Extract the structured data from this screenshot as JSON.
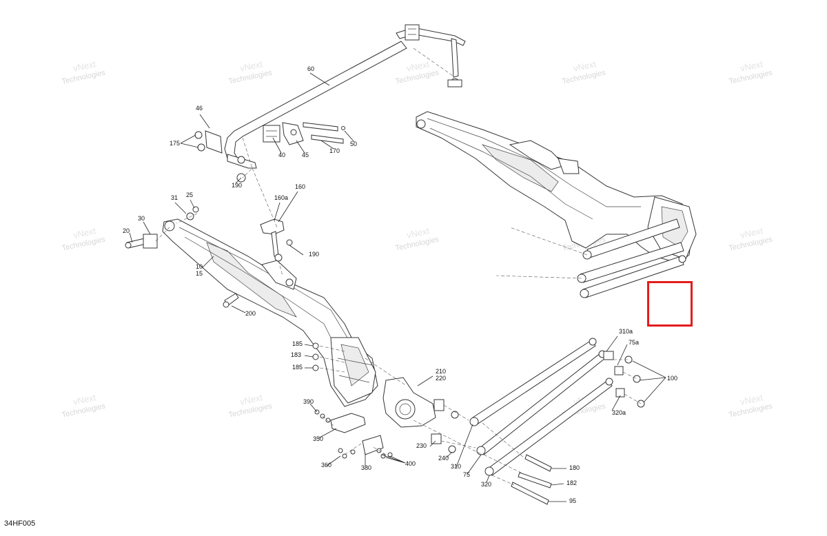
{
  "diagram": {
    "reference_code": "34HF005",
    "watermark": [
      "vNext",
      "Technologies"
    ],
    "callouts": [
      "60",
      "46",
      "175",
      "40",
      "45",
      "170",
      "50",
      "190",
      "31",
      "25",
      "160a",
      "160",
      "30",
      "20",
      "190",
      "10",
      "15",
      "200",
      "185",
      "183",
      "185",
      "210",
      "220",
      "390",
      "350",
      "360",
      "380",
      "400",
      "230",
      "240",
      "310",
      "75",
      "320",
      "310a",
      "75a",
      "100",
      "320a",
      "180",
      "182",
      "95"
    ],
    "highlight_color": "#e41b1b"
  }
}
